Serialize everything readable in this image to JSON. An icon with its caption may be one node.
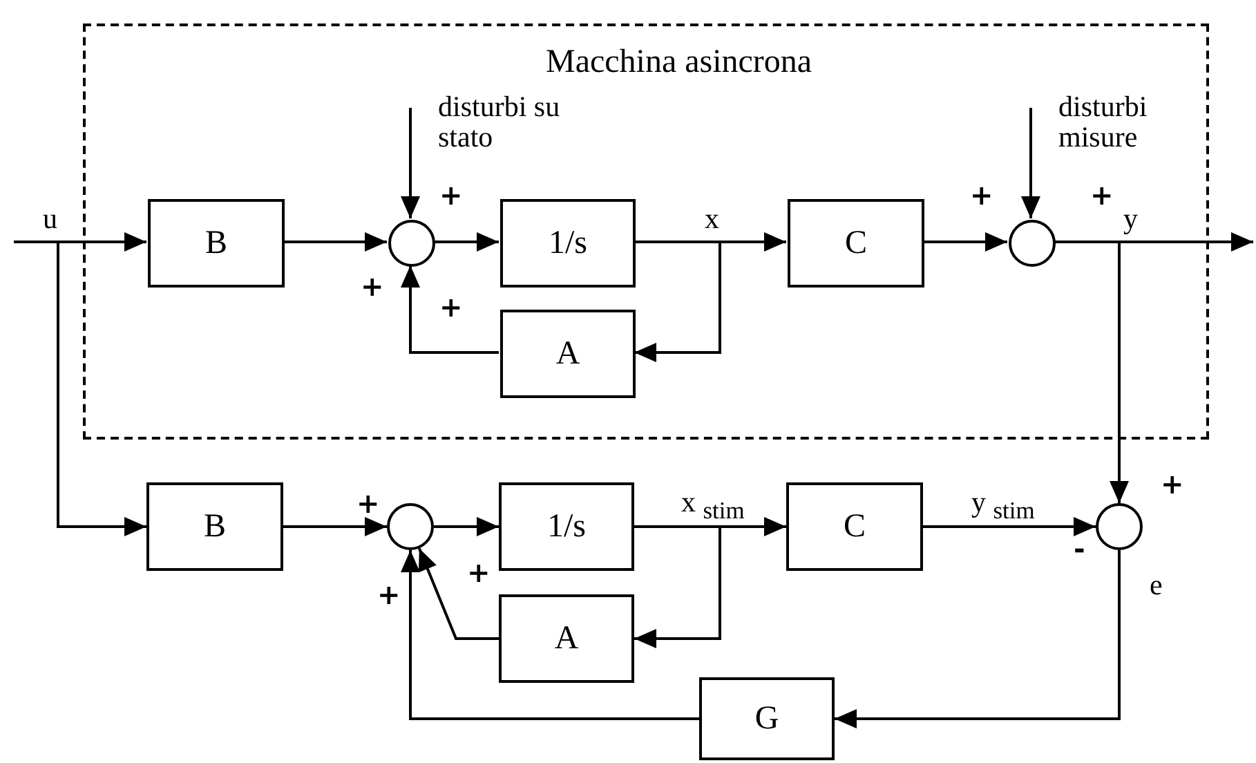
{
  "diagram": {
    "nodes": [
      {
        "text": [
          "Macchina asincrona"
        ]
      },
      {
        "text": [
          "B"
        ],
        "in": 0
      },
      {
        "text": [],
        "shape": "circle",
        "in": 0
      },
      {
        "text": [
          "1/s"
        ],
        "in": 0
      },
      {
        "text": [
          "C"
        ],
        "in": 0
      },
      {
        "text": [],
        "shape": "circle",
        "in": 0
      },
      {
        "text": [
          "A"
        ],
        "in": 0
      },
      {
        "text": [
          "B"
        ]
      },
      {
        "text": [],
        "shape": "circle"
      },
      {
        "text": [
          "1/s"
        ]
      },
      {
        "text": [
          "C"
        ]
      },
      {
        "text": [],
        "shape": "circle"
      },
      {
        "text": [
          "A"
        ]
      },
      {
        "text": [
          "G"
        ]
      }
    ],
    "edges": [
      {
        "from": null,
        "to": 1,
        "arrow": "to",
        "label": "u"
      },
      {
        "from": null,
        "to": 7,
        "arrow": "to"
      },
      {
        "from": 1,
        "to": 2,
        "arrow": "to"
      },
      {
        "from": null,
        "to": 2,
        "arrow": "to",
        "label": "disturbi su stato"
      },
      {
        "from": 2,
        "to": 3,
        "arrow": "to"
      },
      {
        "from": 3,
        "to": 4,
        "arrow": "to",
        "label": "x"
      },
      {
        "from": 3,
        "to": 6,
        "arrow": "to"
      },
      {
        "from": 6,
        "to": 2,
        "arrow": "to"
      },
      {
        "from": 4,
        "to": 5,
        "arrow": "to"
      },
      {
        "from": null,
        "to": 5,
        "arrow": "to",
        "label": "disturbi misure"
      },
      {
        "from": 5,
        "to": null,
        "arrow": "to",
        "label": "y"
      },
      {
        "from": 5,
        "to": 11,
        "arrow": "to"
      },
      {
        "from": 7,
        "to": 8,
        "arrow": "to"
      },
      {
        "from": 8,
        "to": 9,
        "arrow": "to"
      },
      {
        "from": 9,
        "to": 10,
        "arrow": "to",
        "label": "x $_{stim}$"
      },
      {
        "from": 9,
        "to": 12,
        "arrow": "to"
      },
      {
        "from": 12,
        "to": 8,
        "arrow": "to"
      },
      {
        "from": 10,
        "to": 11,
        "arrow": "to",
        "label": "y $_{stim}$"
      },
      {
        "from": 11,
        "to": 13,
        "arrow": "to",
        "label": "e"
      },
      {
        "from": 13,
        "to": 8,
        "arrow": "to"
      }
    ],
    "labels": [
      "+",
      "+",
      "+",
      "+",
      "+",
      "+",
      "+",
      "+",
      "+",
      "-"
    ]
  }
}
